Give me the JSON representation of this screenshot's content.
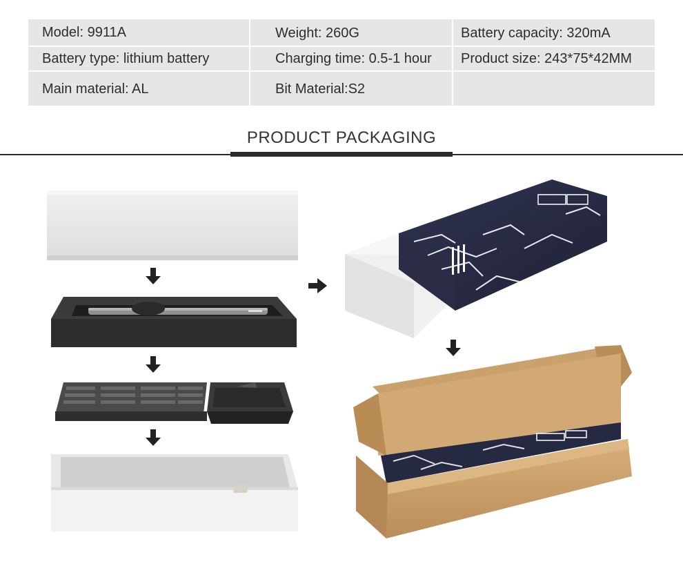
{
  "specs": [
    [
      "Model: 9911A",
      "Weight: 260G",
      "Battery capacity: 320mA"
    ],
    [
      "Battery type: lithium battery",
      "Charging time: 0.5-1 hour",
      "Product size: 243*75*42MM"
    ],
    [
      "Main material: AL",
      "Bit Material:S2",
      ""
    ]
  ],
  "section_title": "PRODUCT PACKAGING",
  "colors": {
    "table_bg": "#e6e6e6",
    "dark_box": "#2c2f45",
    "kraft": "#c9a06c",
    "foam": "#3a3a3a",
    "white_box": "#ececec"
  }
}
